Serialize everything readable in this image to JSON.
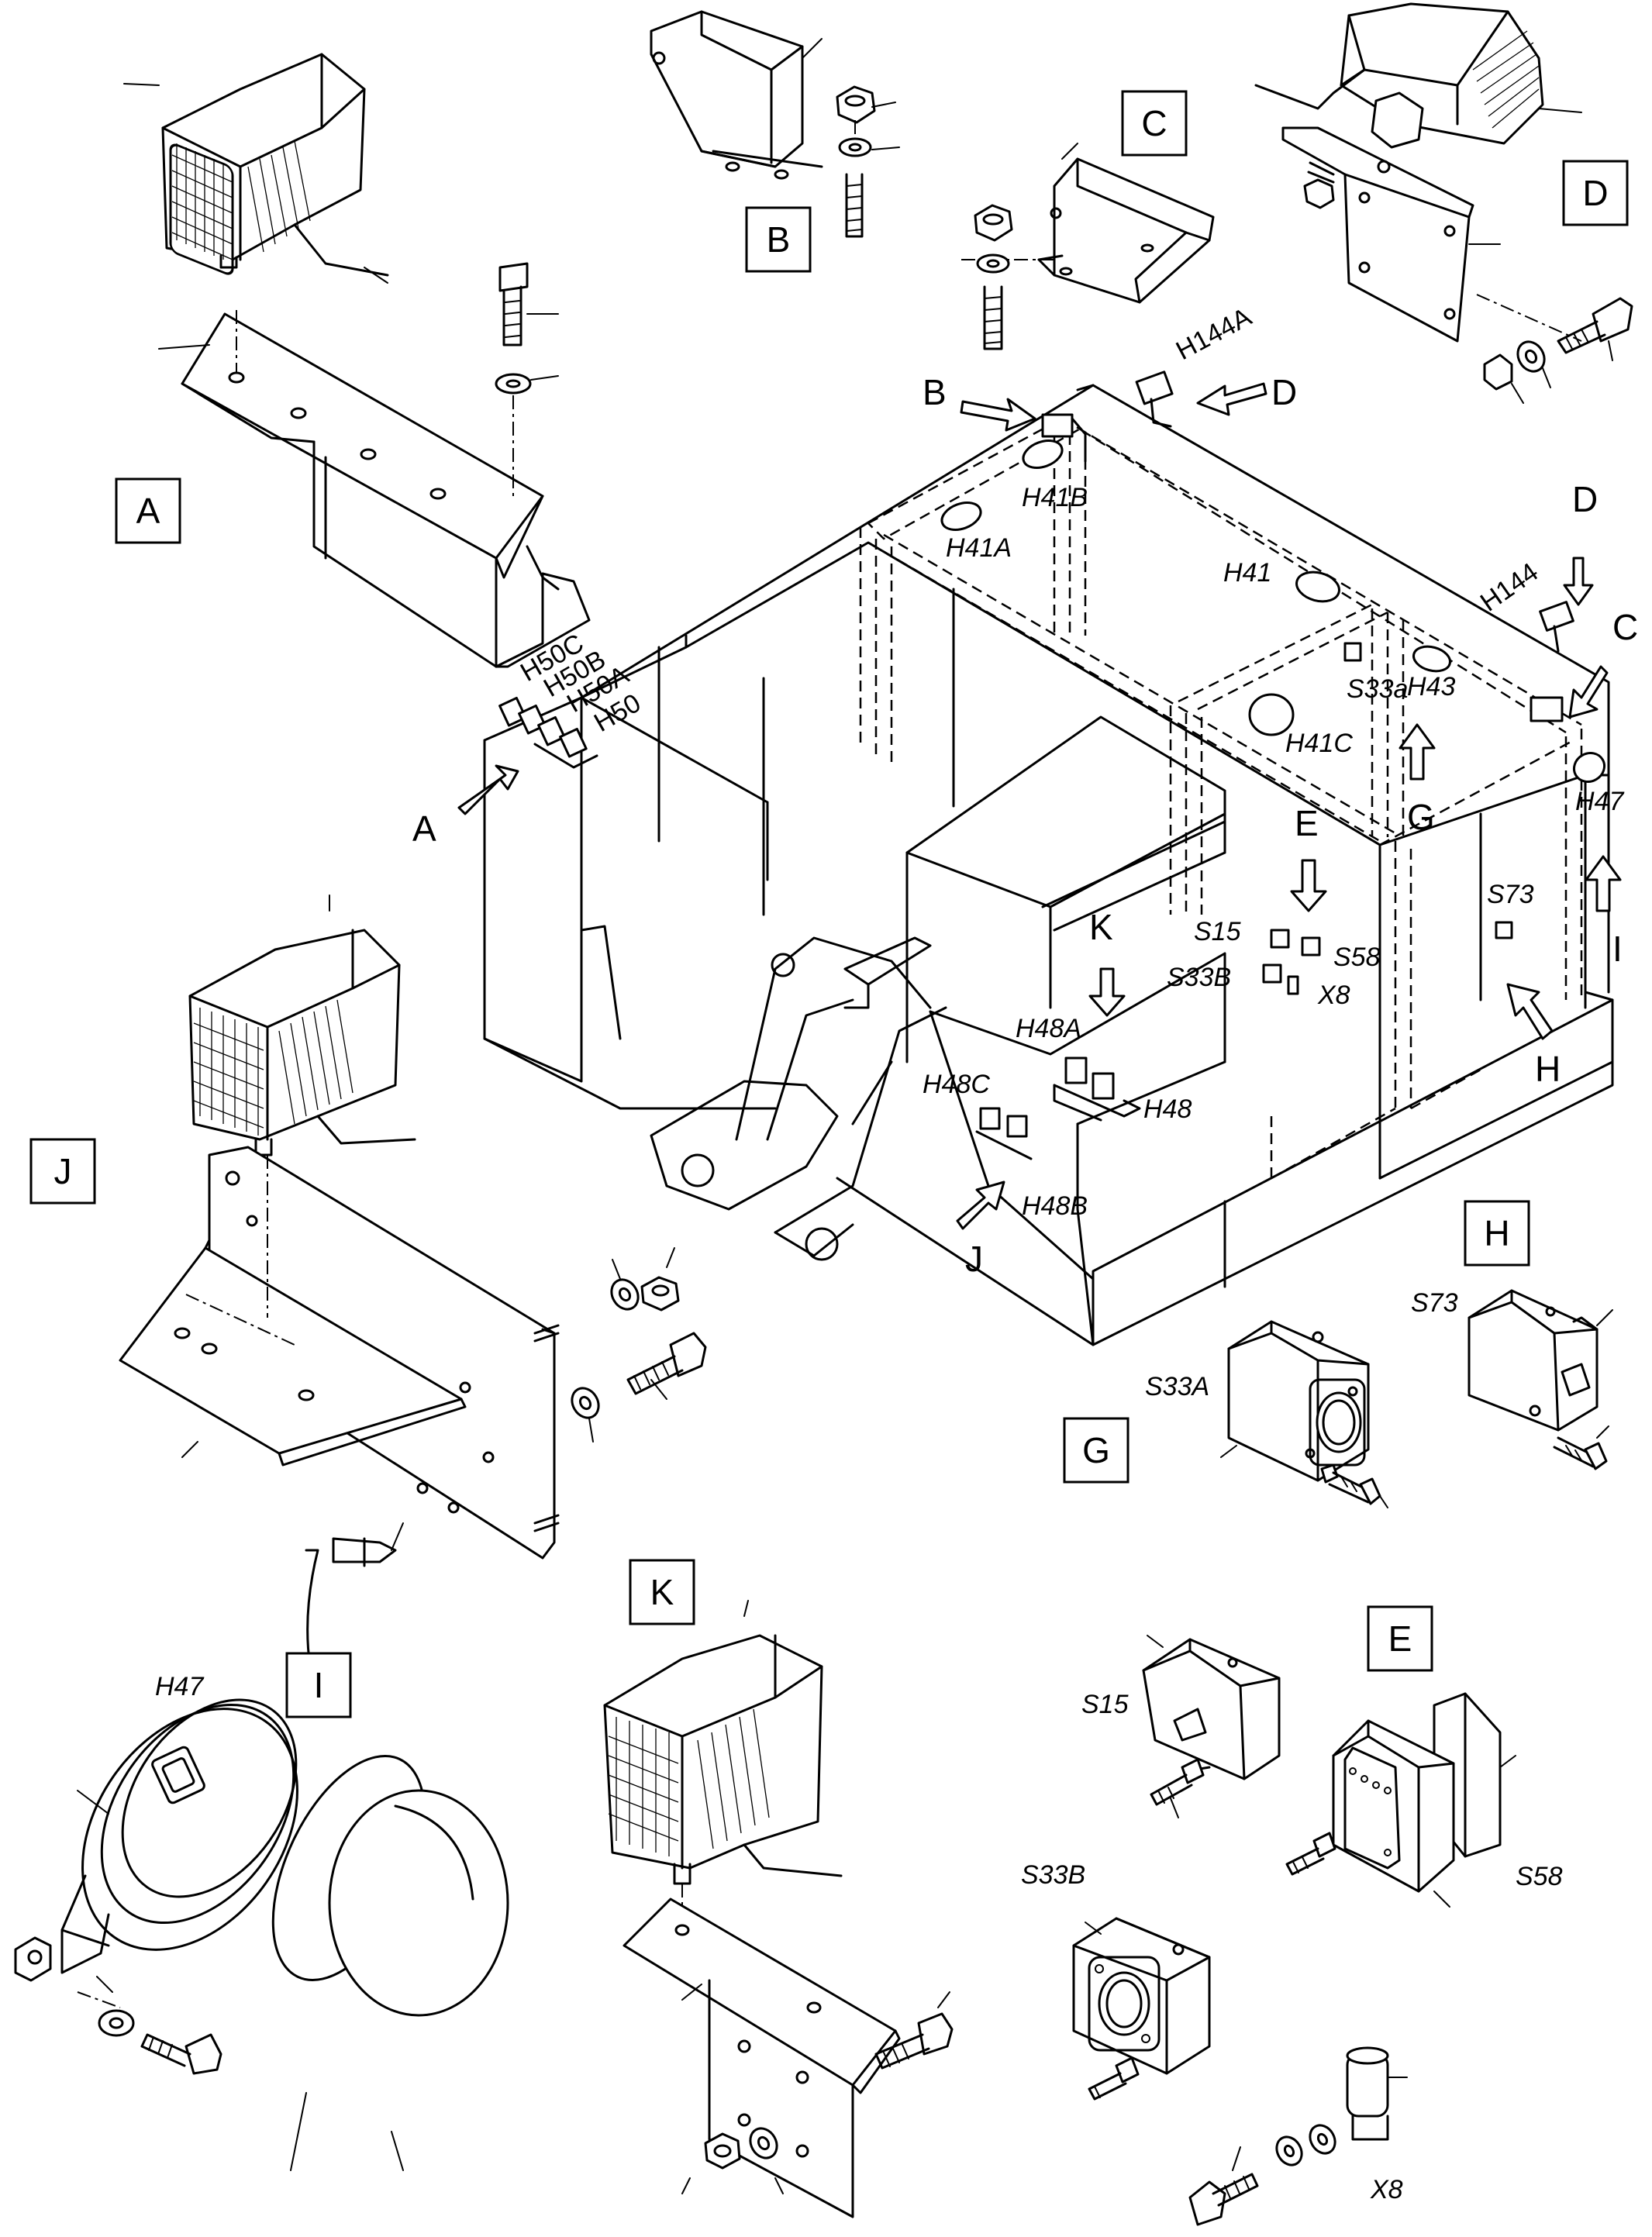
{
  "callouts": {
    "A": "A",
    "B": "B",
    "C": "C",
    "D": "D",
    "E": "E",
    "G": "G",
    "H": "H",
    "I": "I",
    "J": "J",
    "K": "K"
  },
  "arrow_letters": {
    "A": "A",
    "B": "B",
    "C": "C",
    "D_top": "D",
    "D_right": "D",
    "E": "E",
    "G": "G",
    "H": "H",
    "I": "I",
    "J": "J",
    "K": "K"
  },
  "parts": {
    "H50": "H50",
    "H50A": "H50A",
    "H50B": "H50B",
    "H50C": "H50C",
    "H144A": "H144A",
    "H144": "H144",
    "H41A": "H41A",
    "H41B": "H41B",
    "H41": "H41",
    "H41C": "H41C",
    "S33a": "S33a",
    "H43": "H43",
    "H47_main": "H47",
    "S73_main": "S73",
    "S15_main": "S15",
    "S58_main": "S58",
    "S33B_main": "S33B",
    "X8_main": "X8",
    "H48A": "H48A",
    "H48C": "H48C",
    "H48": "H48",
    "H48B": "H48B",
    "S33A_G": "S33A",
    "S73_H": "S73",
    "H47_I": "H47",
    "S15_E": "S15",
    "S58_E": "S58",
    "S33B_E": "S33B",
    "X8_E": "X8"
  }
}
